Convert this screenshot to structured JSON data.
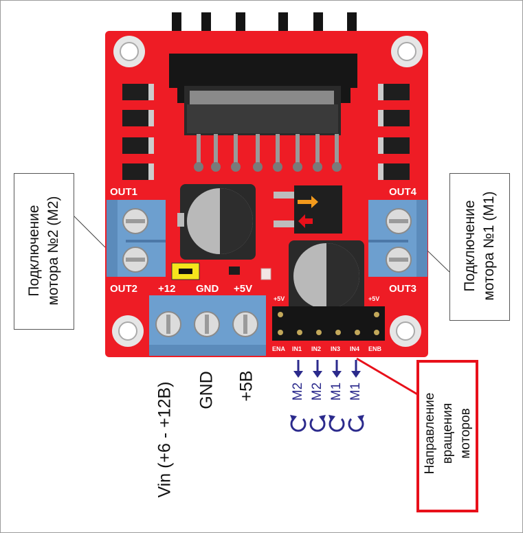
{
  "board": {
    "out1": "OUT1",
    "out2": "OUT2",
    "out3": "OUT3",
    "out4": "OUT4",
    "plus12": "+12",
    "gnd": "GND",
    "plus5v": "+5V",
    "header_5v_left": "+5V",
    "header_5v_right": "+5V",
    "pins": [
      "ENA",
      "IN1",
      "IN2",
      "IN3",
      "IN4",
      "ENB"
    ]
  },
  "callouts": {
    "motor2_line1": "Подключение",
    "motor2_line2": "мотора №2 (М2)",
    "motor1_line1": "Подключение",
    "motor1_line2": "мотора №1 (М1)",
    "direction_line1": "Направление",
    "direction_line2": "вращения",
    "direction_line3": "моторов"
  },
  "power_labels": {
    "vin": "Vin (+6 - +12В)",
    "gnd": "GND",
    "plus5": "+5В"
  },
  "motor_labels": [
    "M2",
    "M2",
    "M1",
    "M1"
  ],
  "colors": {
    "board": "#ee1c25",
    "terminal": "#6d9fcf",
    "arrows": "#2b2a8c",
    "callout_red": "#e8101a"
  }
}
